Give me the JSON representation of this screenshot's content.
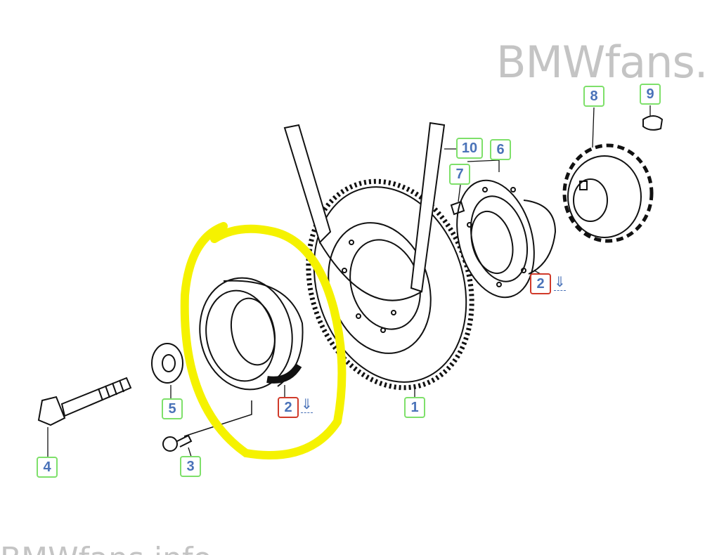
{
  "watermark": {
    "top": "BMWfans.",
    "bottom": "BMWfans.info"
  },
  "callouts": [
    {
      "id": "1",
      "label": "1",
      "kind": "part"
    },
    {
      "id": "2a",
      "label": "2",
      "kind": "note"
    },
    {
      "id": "2b",
      "label": "2",
      "kind": "note"
    },
    {
      "id": "3",
      "label": "3",
      "kind": "part"
    },
    {
      "id": "4",
      "label": "4",
      "kind": "part"
    },
    {
      "id": "5",
      "label": "5",
      "kind": "part"
    },
    {
      "id": "6",
      "label": "6",
      "kind": "part"
    },
    {
      "id": "7",
      "label": "7",
      "kind": "part"
    },
    {
      "id": "8",
      "label": "8",
      "kind": "part"
    },
    {
      "id": "9",
      "label": "9",
      "kind": "part"
    },
    {
      "id": "10",
      "label": "10",
      "kind": "part"
    }
  ],
  "note_arrow": "⇓",
  "colors": {
    "part_border": "#7ee06a",
    "note_border": "#d03a2a",
    "label_text": "#4a72b8",
    "highlight": "#f5f200"
  }
}
